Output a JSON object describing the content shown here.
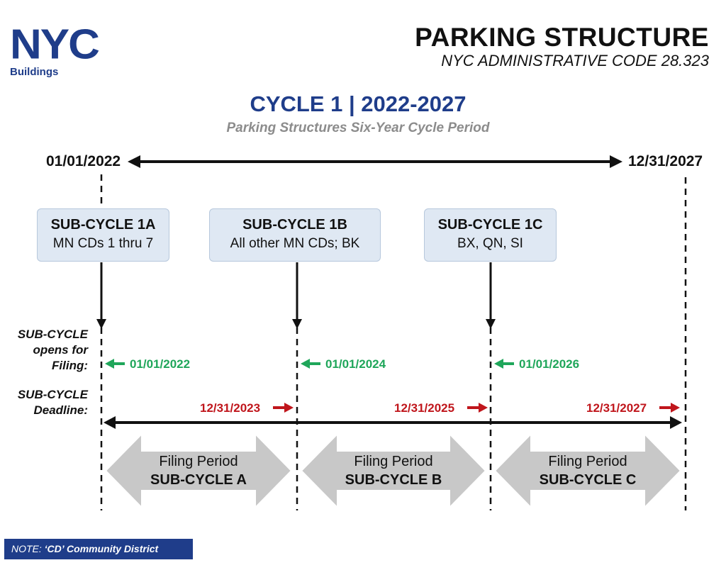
{
  "logo": {
    "wordmark": "NYC",
    "label": "Buildings"
  },
  "header": {
    "title": "PARKING STRUCTURE",
    "subtitle": "NYC ADMINISTRATIVE CODE 28.323"
  },
  "cycle": {
    "heading": "CYCLE 1 | 2022-2027",
    "subheading": "Parking Structures Six-Year Cycle Period",
    "start_date": "01/01/2022",
    "end_date": "12/31/2027"
  },
  "subcycles": [
    {
      "title": "SUB-CYCLE 1A",
      "desc": "MN CDs 1 thru 7",
      "opens": "01/01/2022",
      "deadline": "12/31/2023"
    },
    {
      "title": "SUB-CYCLE 1B",
      "desc": "All other MN CDs; BK",
      "opens": "01/01/2024",
      "deadline": "12/31/2025"
    },
    {
      "title": "SUB-CYCLE 1C",
      "desc": "BX, QN, SI",
      "opens": "01/01/2026",
      "deadline": "12/31/2027"
    }
  ],
  "labels": {
    "opens": "SUB-CYCLE opens for Filing:",
    "opens_lines": [
      "SUB-CYCLE",
      "opens for",
      "Filing:"
    ],
    "deadline_lines": [
      "SUB-CYCLE",
      "Deadline:"
    ]
  },
  "periods": [
    {
      "line1": "Filing Period",
      "line2": "SUB-CYCLE A"
    },
    {
      "line1": "Filing Period",
      "line2": "SUB-CYCLE B"
    },
    {
      "line1": "Filing Period",
      "line2": "SUB-CYCLE C"
    }
  ],
  "note": {
    "prefix": "NOTE:",
    "text": "‘CD’ Community District"
  },
  "colors": {
    "brand_blue": "#1f3d8a",
    "green": "#1fa65a",
    "red": "#c0161c",
    "box_fill": "#dfe8f3",
    "arrow_gray": "#c8c8c8"
  }
}
